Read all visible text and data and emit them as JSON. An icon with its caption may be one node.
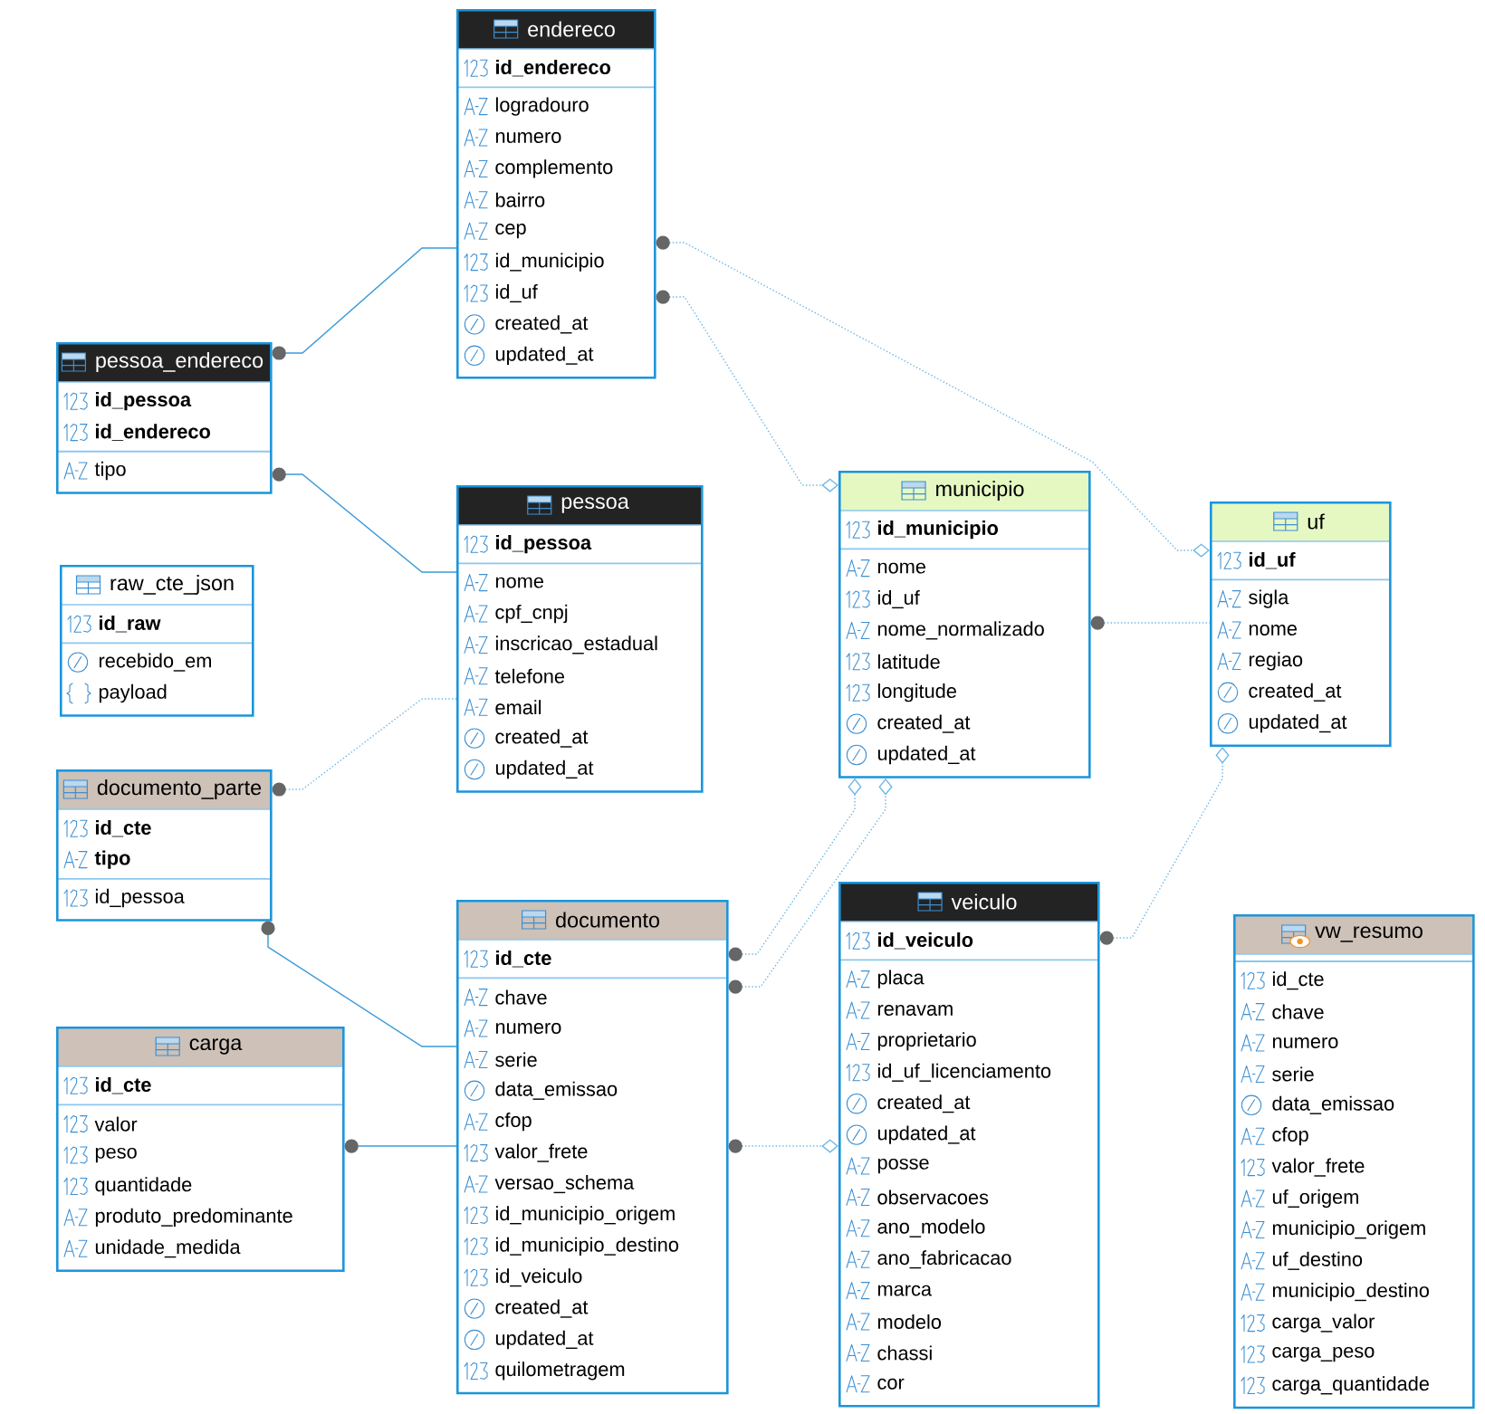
{
  "diagram": {
    "nodes": [
      {
        "text": [
          "endereco",
          "id_endereco",
          "logradouro",
          "numero",
          "complemento",
          "bairro",
          "cep",
          "id_municipio",
          "id_uf",
          "created_at",
          "updated_at"
        ]
      },
      {
        "text": [
          "pessoa_endereco",
          "id_pessoa",
          "id_endereco",
          "tipo"
        ]
      },
      {
        "text": [
          "pessoa",
          "id_pessoa",
          "nome",
          "cpf_cnpj",
          "inscricao_estadual",
          "telefone",
          "email",
          "created_at",
          "updated_at"
        ]
      },
      {
        "text": [
          "municipio",
          "id_municipio",
          "nome",
          "id_uf",
          "nome_normalizado",
          "latitude",
          "longitude",
          "created_at",
          "updated_at"
        ]
      },
      {
        "text": [
          "uf",
          "id_uf",
          "sigla",
          "nome",
          "regiao",
          "created_at",
          "updated_at"
        ]
      },
      {
        "text": [
          "raw_cte_json",
          "id_raw",
          "recebido_em",
          "payload"
        ]
      },
      {
        "text": [
          "documento_parte",
          "id_cte",
          "tipo",
          "id_pessoa"
        ]
      },
      {
        "text": [
          "documento",
          "id_cte",
          "chave",
          "numero",
          "serie",
          "data_emissao",
          "cfop",
          "valor_frete",
          "versao_schema",
          "id_municipio_origem",
          "id_municipio_destino",
          "id_veiculo",
          "created_at",
          "updated_at",
          "quilometragem"
        ]
      },
      {
        "text": [
          "veiculo",
          "id_veiculo",
          "placa",
          "renavam",
          "proprietario",
          "id_uf_licenciamento",
          "created_at",
          "updated_at",
          "posse",
          "observacoes",
          "ano_modelo",
          "ano_fabricacao",
          "marca",
          "modelo",
          "chassi",
          "cor"
        ]
      },
      {
        "text": [
          "carga",
          "id_cte",
          "valor",
          "peso",
          "quantidade",
          "produto_predominante",
          "unidade_medida"
        ]
      },
      {
        "text": [
          "vw_resumo",
          "id_cte",
          "chave",
          "numero",
          "serie",
          "data_emissao",
          "cfop",
          "valor_frete",
          "uf_origem",
          "municipio_origem",
          "uf_destino",
          "municipio_destino",
          "carga_valor",
          "carga_peso",
          "carga_quantidade"
        ]
      }
    ],
    "edges": [
      {
        "from": 1,
        "to": 0,
        "arrow": "other"
      },
      {
        "from": 1,
        "to": 2,
        "arrow": "other"
      },
      {
        "from": 0,
        "to": 4,
        "arrow": "other",
        "style": "dashed"
      },
      {
        "from": 0,
        "to": 3,
        "arrow": "other",
        "style": "dashed"
      },
      {
        "from": 6,
        "to": 2,
        "arrow": "other",
        "style": "dashed"
      },
      {
        "from": 6,
        "to": 7,
        "arrow": "other"
      },
      {
        "from": 9,
        "to": 7,
        "arrow": "other"
      },
      {
        "from": 7,
        "to": 3,
        "arrow": "other",
        "style": "dashed"
      },
      {
        "from": 7,
        "to": 3,
        "arrow": "other",
        "style": "dashed"
      },
      {
        "from": 7,
        "to": 8,
        "arrow": "other",
        "style": "dashed"
      },
      {
        "from": 8,
        "to": 4,
        "arrow": "other",
        "style": "dashed"
      },
      {
        "from": 3,
        "to": 4,
        "arrow": "other",
        "style": "dashed"
      }
    ]
  }
}
